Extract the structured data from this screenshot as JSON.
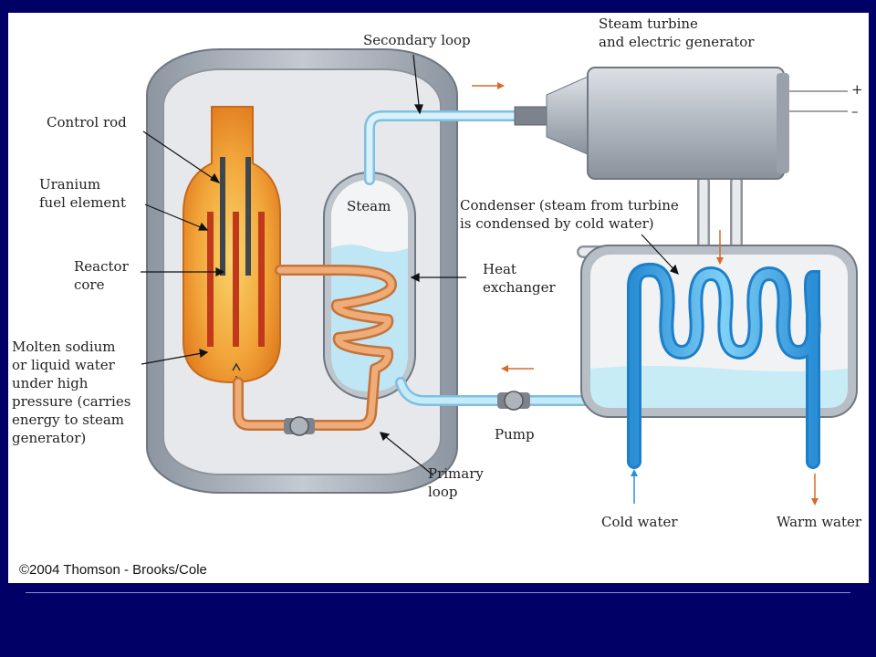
{
  "labels": {
    "secondary_loop": "Secondary loop",
    "steam_turbine": "Steam turbine\nand electric generator",
    "plus": "+",
    "minus": "–",
    "control_rod": "Control rod",
    "uranium": "Uranium\nfuel element",
    "reactor_core": "Reactor\ncore",
    "molten": "Molten sodium\nor liquid water\nunder high\npressure (carries\nenergy to steam\ngenerator)",
    "steam": "Steam",
    "condenser": "Condenser (steam from turbine\nis condensed by cold water)",
    "heat_exchanger": "Heat\nexchanger",
    "pump": "Pump",
    "primary_loop": "Primary\nloop",
    "cold_water": "Cold water",
    "warm_water": "Warm water"
  },
  "credit": "©2004 Thomson - Brooks/Cole",
  "colors": {
    "slide_background": "#000066",
    "primary_loop": "#e8965a",
    "secondary_loop": "#9fd4ec",
    "condenser_coil": "#3aa6e4",
    "vessel": "#a9b1bc",
    "flow_arrow": "#d86a2a"
  }
}
